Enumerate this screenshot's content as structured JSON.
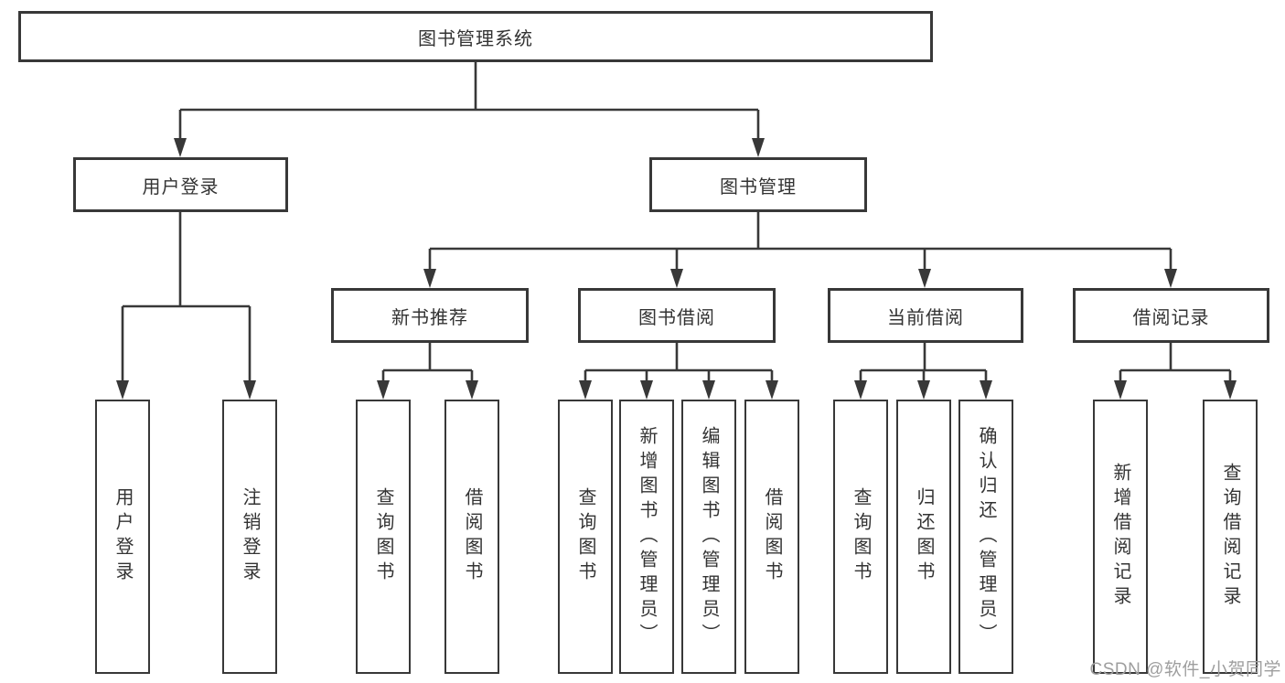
{
  "diagram": {
    "root": {
      "label": "图书管理系统"
    },
    "branches": [
      {
        "label": "用户登录"
      },
      {
        "label": "图书管理"
      }
    ],
    "login_leaves": [
      {
        "label": "用户登录"
      },
      {
        "label": "注销登录"
      }
    ],
    "groups": [
      {
        "label": "新书推荐",
        "leaves": [
          {
            "label": "查询图书"
          },
          {
            "label": "借阅图书"
          }
        ]
      },
      {
        "label": "图书借阅",
        "leaves": [
          {
            "label": "查询图书"
          },
          {
            "label": "新增图书（管理员）"
          },
          {
            "label": "编辑图书（管理员）"
          },
          {
            "label": "借阅图书"
          }
        ]
      },
      {
        "label": "当前借阅",
        "leaves": [
          {
            "label": "查询图书"
          },
          {
            "label": "归还图书"
          },
          {
            "label": "确认归还（管理员）"
          }
        ]
      },
      {
        "label": "借阅记录",
        "leaves": [
          {
            "label": "新增借阅记录"
          },
          {
            "label": "查询借阅记录"
          }
        ]
      }
    ]
  },
  "watermark": {
    "text": "CSDN @软件_小贺同学"
  },
  "colors": {
    "line": "#383838",
    "box_border": "#383838",
    "text": "#333333",
    "watermark": "#9e9e9e",
    "background": "#ffffff"
  }
}
